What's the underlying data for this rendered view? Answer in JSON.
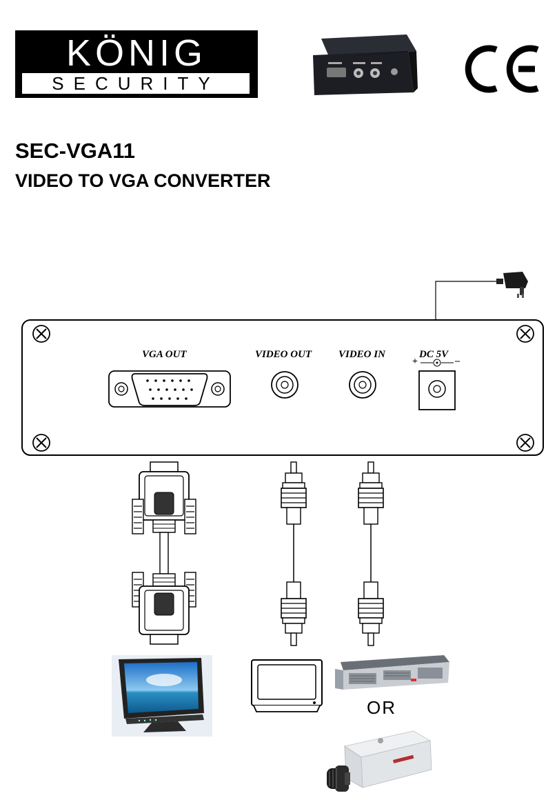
{
  "brand": {
    "name": "KÖNIG",
    "sub": "SECURITY"
  },
  "ce_mark": "CE",
  "product": {
    "code": "SEC-VGA11",
    "name": "VIDEO TO VGA CONVERTER"
  },
  "panel": {
    "vga_out_label": "VGA OUT",
    "video_out_label": "VIDEO OUT",
    "video_in_label": "VIDEO IN",
    "dc_label": "DC 5V",
    "dc_plus": "+",
    "dc_minus": "–"
  },
  "or_label": "OR"
}
